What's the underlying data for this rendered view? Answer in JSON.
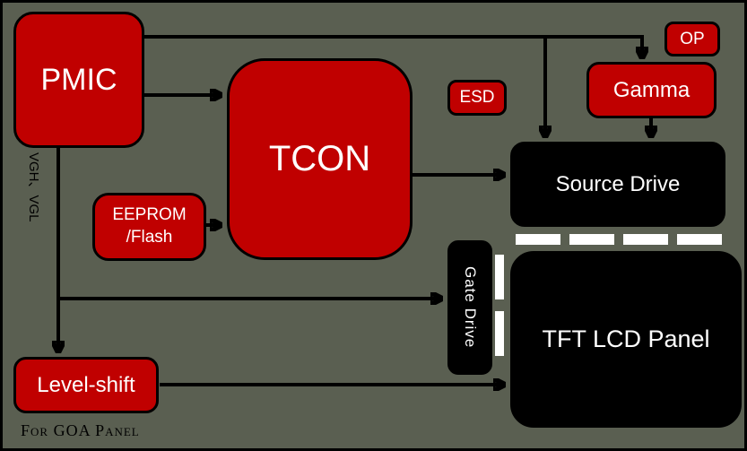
{
  "colors": {
    "background": "#5a5f51",
    "accent_red": "#c00000",
    "block_black": "#000000",
    "outline": "#000000",
    "label_text": "#ffffff",
    "annotation_text": "#000000",
    "pad_white": "#ffffff"
  },
  "blocks": {
    "pmic": {
      "label": "PMIC"
    },
    "tcon": {
      "label": "TCON"
    },
    "eeprom": {
      "label": "EEPROM\n/Flash"
    },
    "esd": {
      "label": "ESD"
    },
    "op": {
      "label": "OP"
    },
    "gamma": {
      "label": "Gamma"
    },
    "source_drive": {
      "label": "Source Drive"
    },
    "gate_drive": {
      "label": "Gate Drive"
    },
    "tft_panel": {
      "label": "TFT LCD Panel"
    },
    "level_shift": {
      "label": "Level-shift"
    }
  },
  "annotations": {
    "vgh_vgl": "VGH、VGL",
    "goa_note": "For GOA Panel"
  },
  "connections": [
    {
      "from": "PMIC",
      "to": "Gamma"
    },
    {
      "from": "PMIC",
      "to": "Source Drive"
    },
    {
      "from": "PMIC",
      "to": "TCON"
    },
    {
      "from": "EEPROM/Flash",
      "to": "TCON"
    },
    {
      "from": "TCON",
      "to": "Source Drive"
    },
    {
      "from": "Gamma",
      "to": "Source Drive"
    },
    {
      "from": "PMIC",
      "to": "Level-shift",
      "label": "VGH、VGL"
    },
    {
      "from": "PMIC",
      "to": "Gate Drive",
      "label": "VGH、VGL"
    },
    {
      "from": "Level-shift",
      "to": "TFT LCD Panel"
    }
  ]
}
